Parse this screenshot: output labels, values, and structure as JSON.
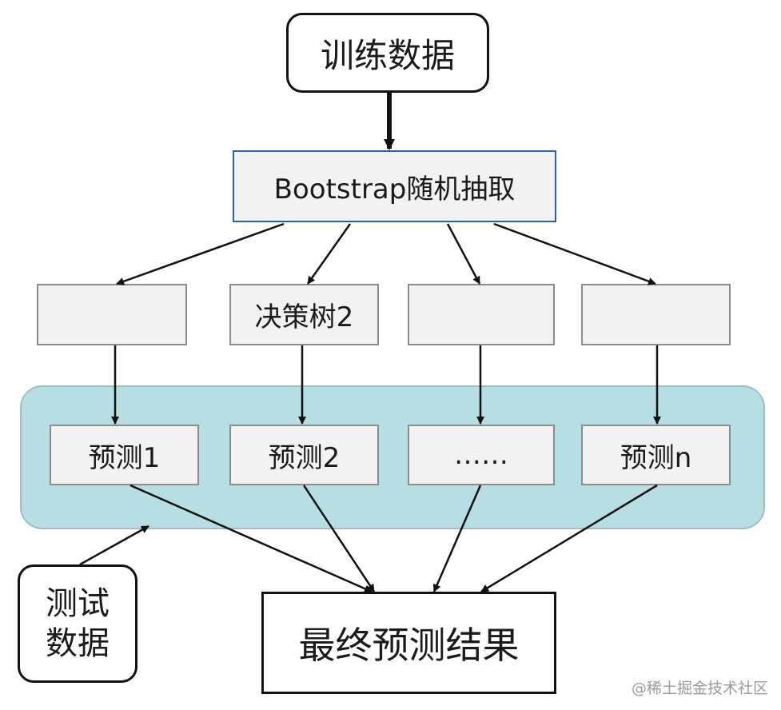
{
  "nodes": {
    "training_data": "训练数据",
    "bootstrap": "Bootstrap随机抽取",
    "tree_1": "",
    "tree_2": "决策树2",
    "tree_3": "",
    "tree_n": "",
    "pred_1": "预测1",
    "pred_2": "预测2",
    "pred_dots": "……",
    "pred_n": "预测n",
    "test_data_line1": "测试",
    "test_data_line2": "数据",
    "final_result": "最终预测结果"
  },
  "watermark": "@稀土掘金技术社区",
  "colors": {
    "box_fill": "#f2f2f2",
    "teal_panel": "#b7dfe3",
    "bootstrap_border": "#2e5f9e"
  }
}
